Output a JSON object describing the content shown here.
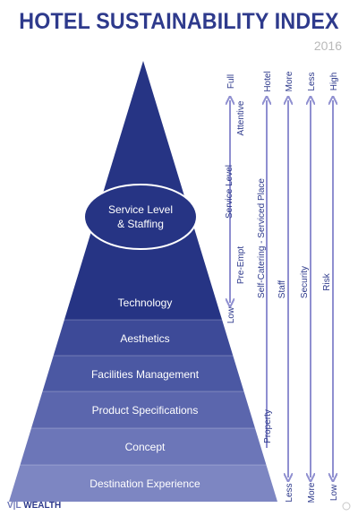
{
  "title": "HOTEL SUSTAINABILITY INDEX",
  "year": "2016",
  "footer": {
    "brand_prefix": "V|L",
    "brand_name": "WEALTH"
  },
  "oval_label_1": "Service Level",
  "oval_label_2": "& Staffing",
  "layers": [
    "Technology",
    "Aesthetics",
    "Facilities Management",
    "Product Specifications",
    "Concept",
    "Destination Experience"
  ],
  "axes": {
    "service": {
      "top": "Full",
      "bottom": "Low",
      "upper_label": "Attentive",
      "mid_label": "Service Level",
      "lower_label": "Pre-Empt"
    },
    "place": {
      "top": "Hotel",
      "bottom": "Property",
      "label": "Self-Catering  -  Serviced Place"
    },
    "staff": {
      "top": "More",
      "bottom": "Less",
      "label": "Staff"
    },
    "security": {
      "top": "Less",
      "bottom": "More",
      "label": "Security"
    },
    "risk": {
      "top": "High",
      "bottom": "Low",
      "label": "Risk"
    }
  },
  "colors": {
    "title": "#2e3a8c",
    "apex": "#263484",
    "layer_technology": "#2c3a8a",
    "layer_aesthetics": "#3d4a98",
    "layer_facilities": "#4b58a3",
    "layer_product": "#5b66ad",
    "layer_concept": "#6c76b8",
    "layer_destination": "#7d86c2",
    "arrow": "#8f8fd0"
  }
}
